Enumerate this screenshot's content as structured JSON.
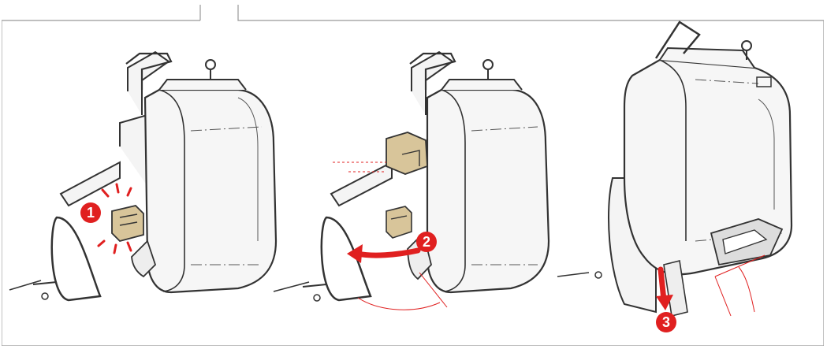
{
  "steps": [
    {
      "number": "1",
      "panel": "left"
    },
    {
      "number": "2",
      "panel": "center"
    },
    {
      "number": "3",
      "panel": "right"
    }
  ],
  "colors": {
    "accent_red": "#e02020",
    "highlight_tan": "#d8c59a",
    "line_art": "#333333",
    "panel_fill": "#f4f4f4"
  }
}
